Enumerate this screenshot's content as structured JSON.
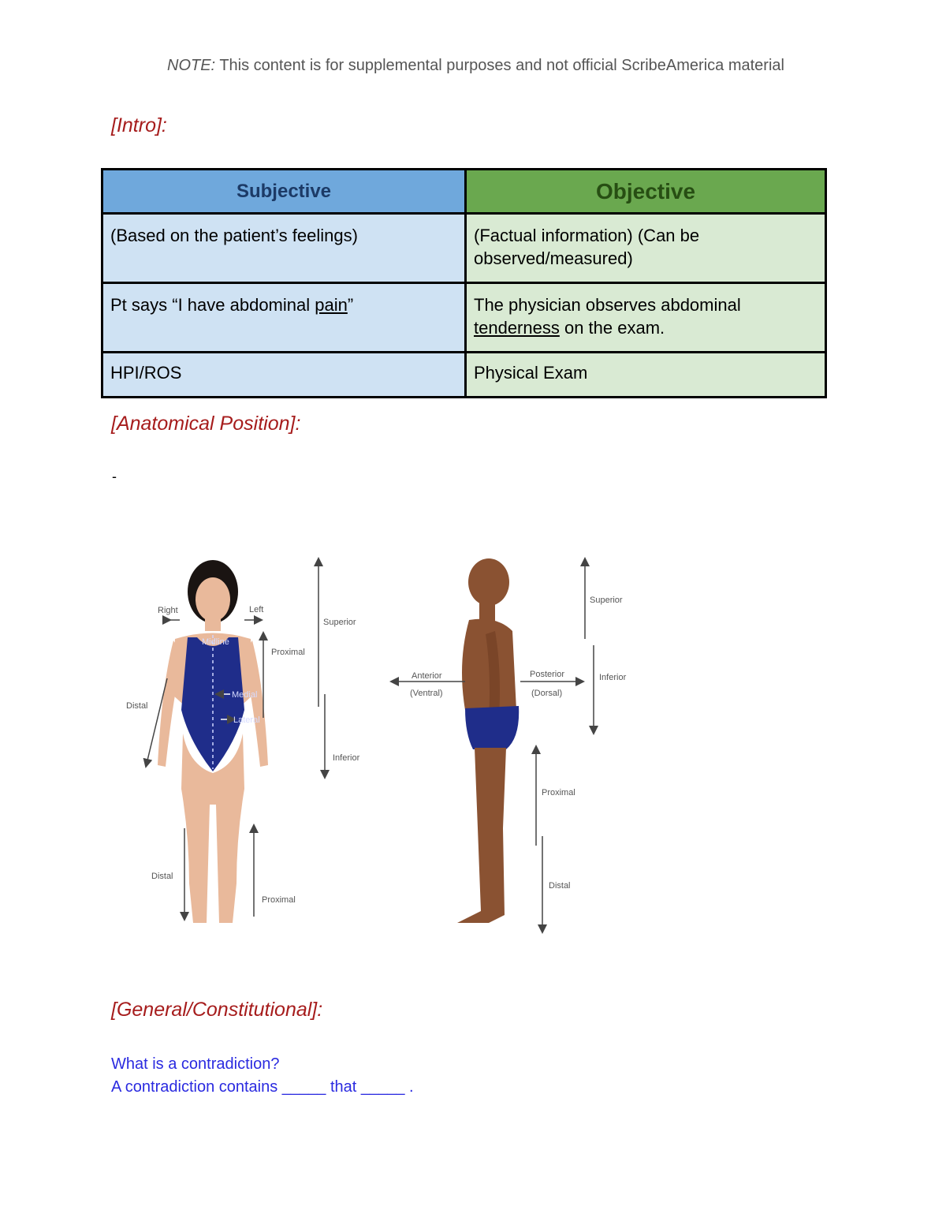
{
  "note": {
    "prefix": "NOTE:",
    "text": " This content is for supplemental purposes and not official ScribeAmerica material"
  },
  "sections": {
    "intro": "[Intro]:",
    "anatomical": "[Anatomical Position]:",
    "general": "[General/Constitutional]:"
  },
  "table": {
    "headers": {
      "subjective": "Subjective",
      "objective": "Objective"
    },
    "rows": [
      {
        "subjective": "(Based on the patient’s feelings)",
        "objective": "(Factual information) (Can be observed/measured)"
      },
      {
        "subjective_pre": "Pt says “I have abdominal ",
        "subjective_u": "pain",
        "subjective_post": "”",
        "objective_pre": "The physician observes abdominal ",
        "objective_u": "tenderness",
        "objective_post": " on the exam."
      },
      {
        "subjective": "HPI/ROS",
        "objective": "Physical Exam"
      }
    ]
  },
  "bullet": "-",
  "figure": {
    "labels": {
      "right": "Right",
      "left": "Left",
      "midline": "Midline",
      "proximal_arm": "Proximal",
      "distal_arm": "Distal",
      "medial": "Medial",
      "lateral": "Lateral",
      "superior_front": "Superior",
      "inferior_front": "Inferior",
      "distal_leg": "Distal",
      "proximal_leg": "Proximal",
      "anterior": "Anterior",
      "ventral": "(Ventral)",
      "posterior": "Posterior",
      "dorsal": "(Dorsal)",
      "superior_side": "Superior",
      "inferior_side": "Inferior",
      "proximal_side": "Proximal",
      "distal_side": "Distal"
    },
    "colors": {
      "skin_front": "#e9b99b",
      "skin_side": "#8a5232",
      "suit": "#1f2d8a",
      "hair": "#1a1412"
    }
  },
  "questions": {
    "q1": "What is a contradiction?",
    "q2": "A contradiction contains _____ that _____ ."
  }
}
